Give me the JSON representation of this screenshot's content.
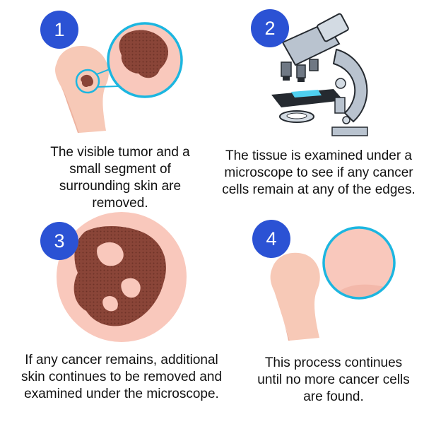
{
  "steps": [
    {
      "number": "1",
      "text": "The visible tumor and a small segment of surrounding skin are removed."
    },
    {
      "number": "2",
      "text": "The tissue is examined under a microscope to see if any cancer cells remain at any of the edges."
    },
    {
      "number": "3",
      "text": "If any cancer remains, additional skin continues to be removed and examined under the microscope."
    },
    {
      "number": "4",
      "text": "This process continues until no more cancer cells are found."
    }
  ],
  "colors": {
    "badge": "#2b52d4",
    "skin": "#f7c9b7",
    "skin_shadow": "#eeb3a0",
    "skin_circle": "#f9c8bc",
    "tumor": "#8a4538",
    "tumor_dark": "#6b2f27",
    "magnifier_ring": "#1cb6e0",
    "microscope_body": "#b9c3cf",
    "microscope_dark": "#252a30"
  }
}
